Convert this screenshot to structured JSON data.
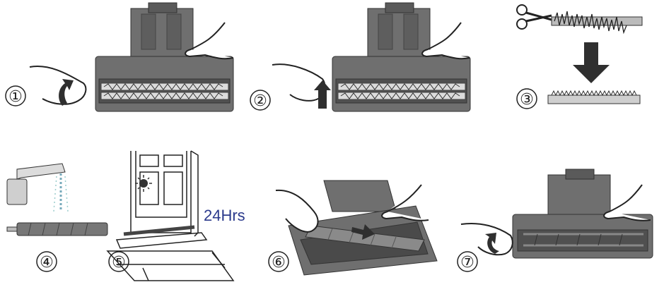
{
  "steps": [
    {
      "number": "①"
    },
    {
      "number": "②"
    },
    {
      "number": "③"
    },
    {
      "number": "④"
    },
    {
      "number": "⑤"
    },
    {
      "number": "⑥"
    },
    {
      "number": "⑦"
    }
  ],
  "drying_time": "24Hrs",
  "colors": {
    "device_body": "#6f6f6f",
    "device_dark": "#505050",
    "brush_bristle": "#d9d9d9",
    "arrow": "#2f2f2f",
    "line": "#333333",
    "drying_text": "#2b3a8c"
  },
  "icons": [
    "hand-icon",
    "scissors-icon",
    "faucet-icon",
    "sun-icon",
    "arrow-icon"
  ]
}
